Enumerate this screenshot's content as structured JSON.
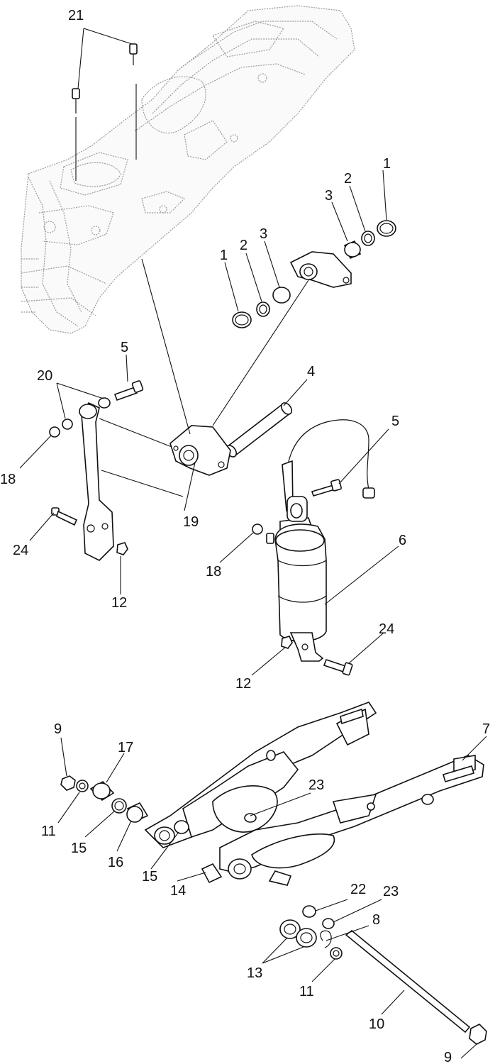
{
  "callouts": [
    {
      "id": "c21",
      "text": "21"
    },
    {
      "id": "c1a",
      "text": "1"
    },
    {
      "id": "c2a",
      "text": "2"
    },
    {
      "id": "c3a",
      "text": "3"
    },
    {
      "id": "c1b",
      "text": "1"
    },
    {
      "id": "c2b",
      "text": "2"
    },
    {
      "id": "c3b",
      "text": "3"
    },
    {
      "id": "c5a",
      "text": "5"
    },
    {
      "id": "c4",
      "text": "4"
    },
    {
      "id": "c20",
      "text": "20"
    },
    {
      "id": "c18a",
      "text": "18"
    },
    {
      "id": "c5b",
      "text": "5"
    },
    {
      "id": "c19",
      "text": "19"
    },
    {
      "id": "c24a",
      "text": "24"
    },
    {
      "id": "c6",
      "text": "6"
    },
    {
      "id": "c18b",
      "text": "18"
    },
    {
      "id": "c12a",
      "text": "12"
    },
    {
      "id": "c24b",
      "text": "24"
    },
    {
      "id": "c12b",
      "text": "12"
    },
    {
      "id": "c9a",
      "text": "9"
    },
    {
      "id": "c17",
      "text": "17"
    },
    {
      "id": "c7",
      "text": "7"
    },
    {
      "id": "c23a",
      "text": "23"
    },
    {
      "id": "c11a",
      "text": "11"
    },
    {
      "id": "c15a",
      "text": "15"
    },
    {
      "id": "c16",
      "text": "16"
    },
    {
      "id": "c15b",
      "text": "15"
    },
    {
      "id": "c14",
      "text": "14"
    },
    {
      "id": "c22",
      "text": "22"
    },
    {
      "id": "c23b",
      "text": "23"
    },
    {
      "id": "c8",
      "text": "8"
    },
    {
      "id": "c13",
      "text": "13"
    },
    {
      "id": "c11b",
      "text": "11"
    },
    {
      "id": "c10",
      "text": "10"
    },
    {
      "id": "c9b",
      "text": "9"
    }
  ]
}
